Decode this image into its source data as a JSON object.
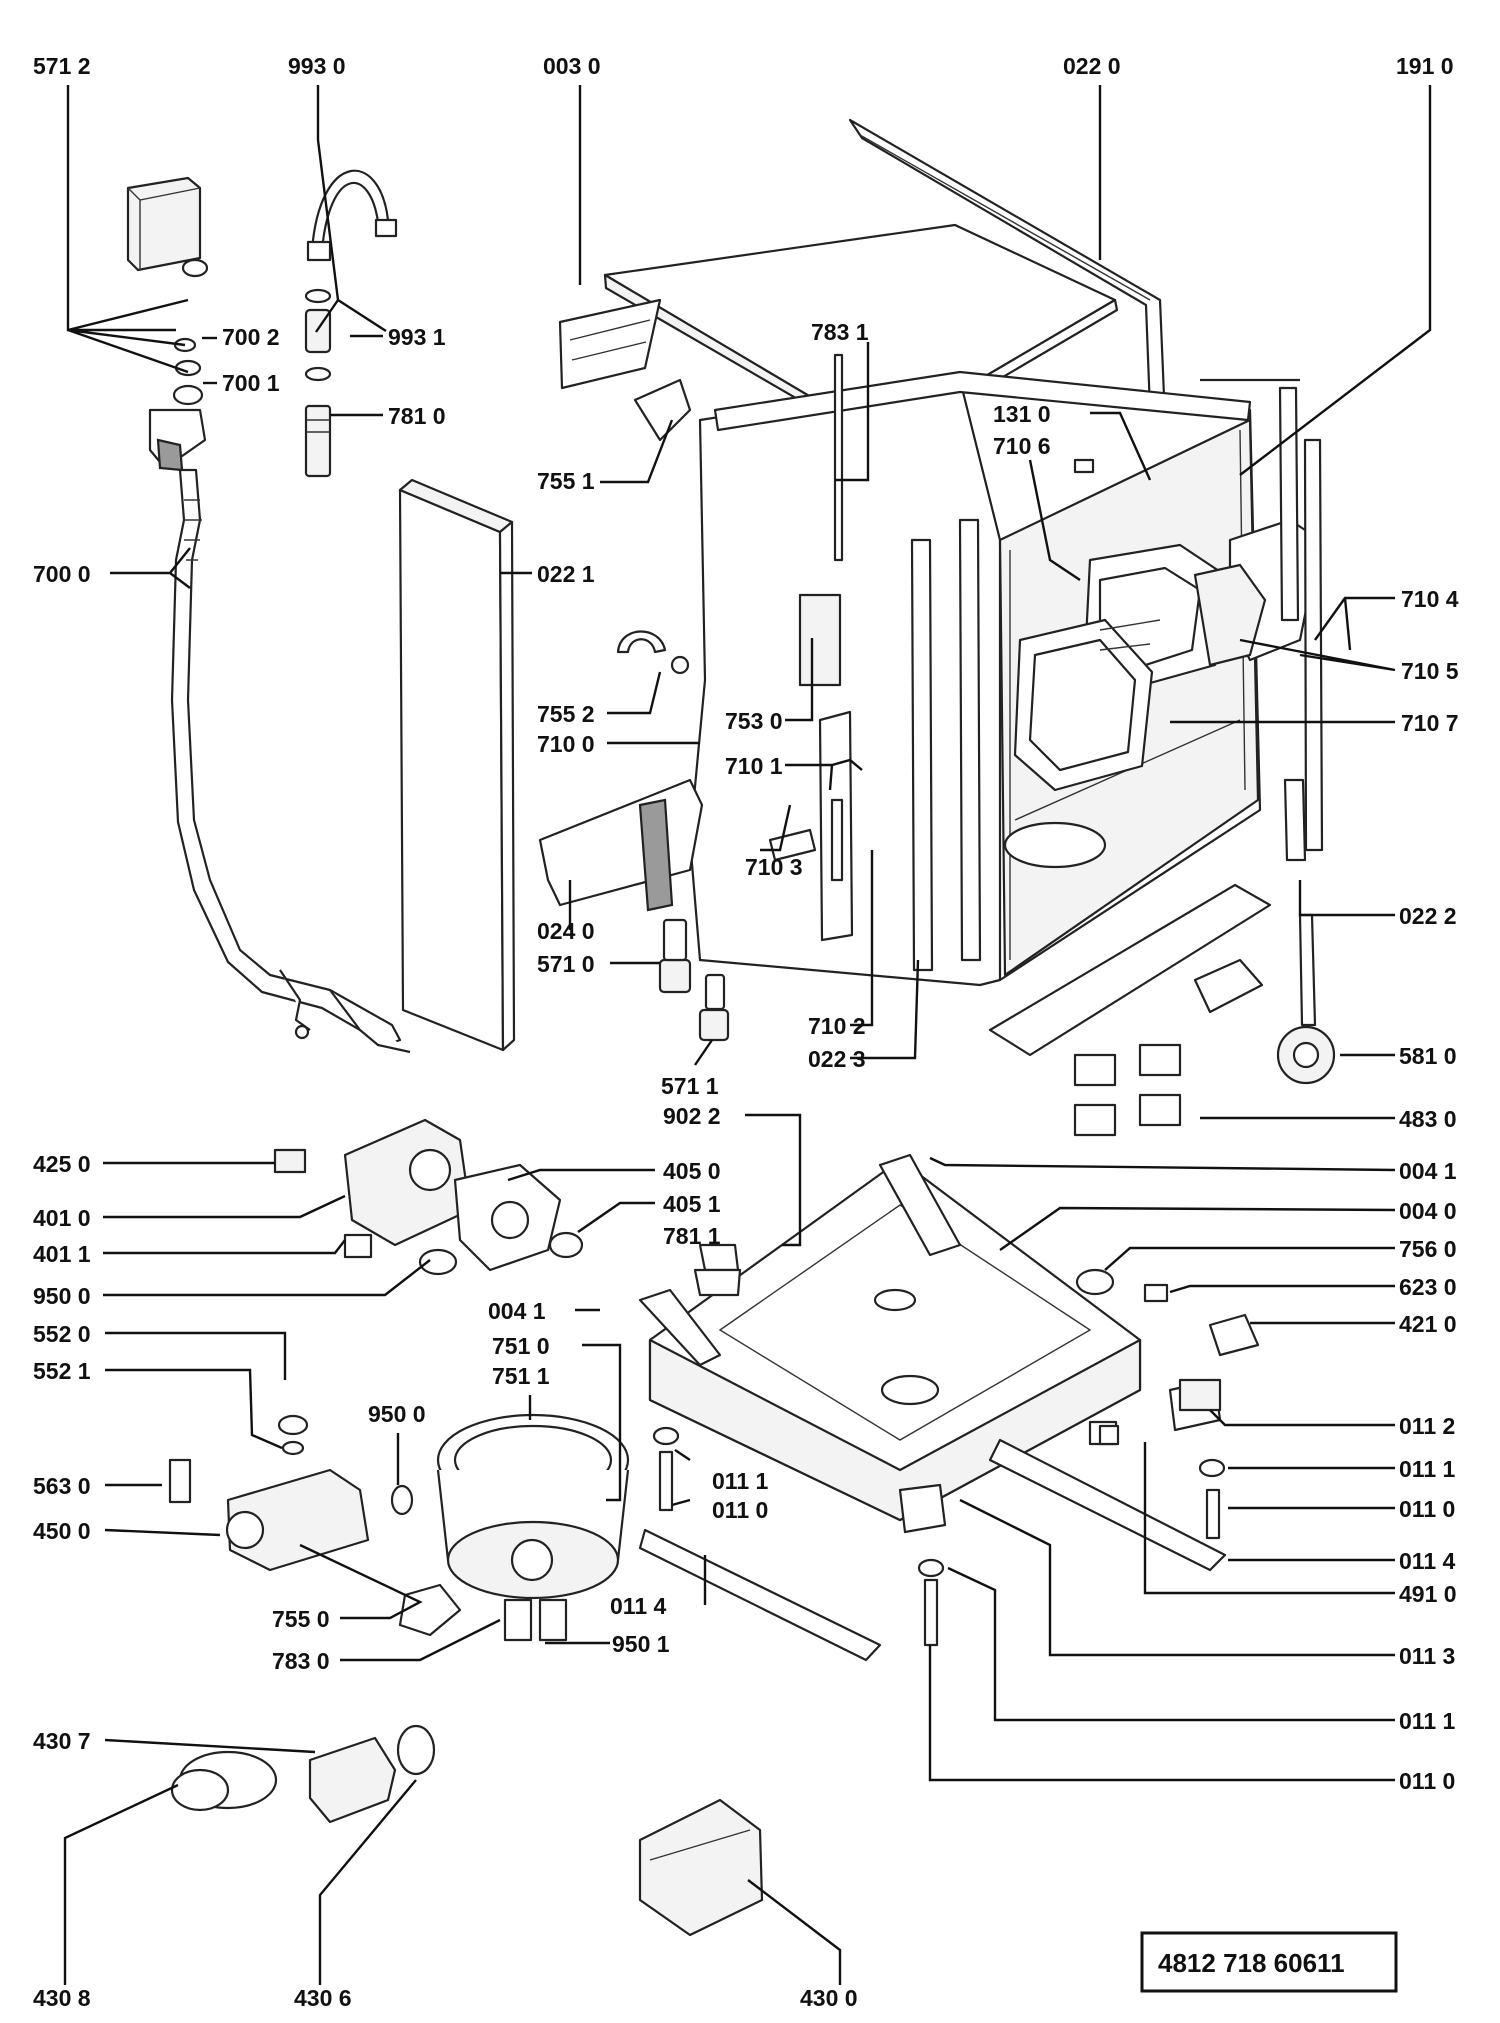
{
  "diagram": {
    "document_number": "4812  718  60611",
    "callouts": [
      "571 2",
      "993 0",
      "003 0",
      "022 0",
      "191 0",
      "700 2",
      "993 1",
      "700 1",
      "781 0",
      "783 1",
      "131 0",
      "710 6",
      "755 1",
      "700 0",
      "022 1",
      "710 4",
      "710 5",
      "710 7",
      "755 2",
      "710 0",
      "753 0",
      "710 1",
      "710 3",
      "024 0",
      "571 0",
      "022 2",
      "710 2",
      "022 3",
      "571 1",
      "581 0",
      "483 0",
      "902 2",
      "425 0",
      "405 0",
      "004 1",
      "401 0",
      "405 1",
      "004 0",
      "401 1",
      "781 1",
      "756 0",
      "950 0",
      "623 0",
      "004 1",
      "421 0",
      "552 0",
      "751 0",
      "751 1",
      "552 1",
      "950 0",
      "011 2",
      "011 1",
      "563 0",
      "011 1",
      "011 0",
      "011 0",
      "450 0",
      "011 4",
      "491 0",
      "755 0",
      "011 4",
      "950 1",
      "783 0",
      "011 3",
      "011 1",
      "430 7",
      "011 0",
      "430 8",
      "430 6",
      "430 0"
    ]
  }
}
